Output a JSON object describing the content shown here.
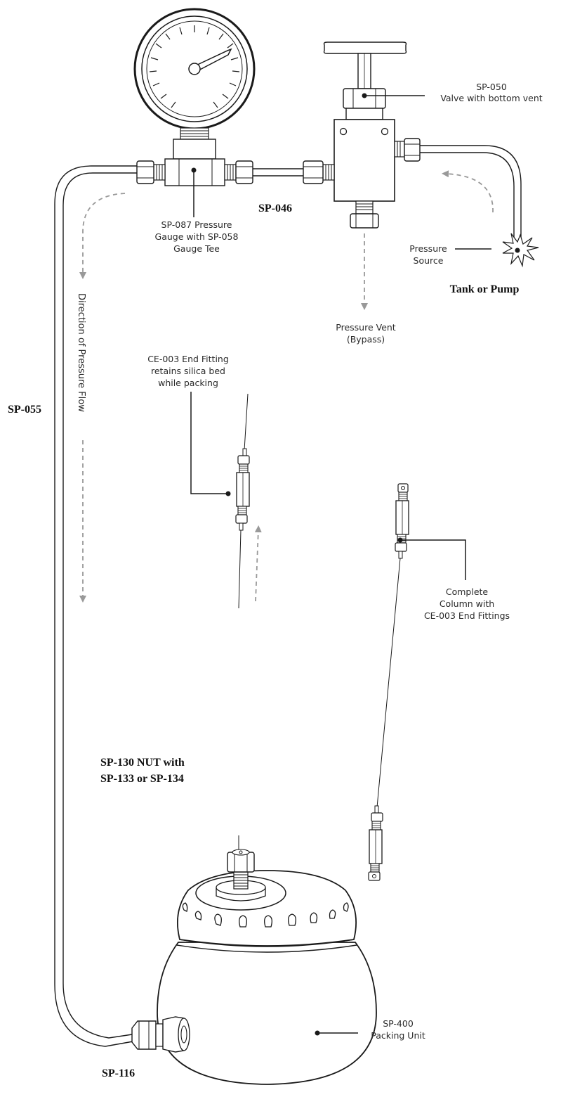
{
  "labels": {
    "valve": [
      "SP-050",
      "Valve with bottom vent"
    ],
    "gauge": [
      "SP-087 Pressure",
      "Gauge with SP-058",
      "Gauge Tee"
    ],
    "sp046": "SP-046",
    "pressure_source": [
      "Pressure",
      "Source"
    ],
    "tank_or_pump": "Tank or Pump",
    "pressure_vent": [
      "Pressure Vent",
      "(Bypass)"
    ],
    "end_fitting": [
      "CE-003 End Fitting",
      "retains silica bed",
      "while packing"
    ],
    "sp055": "SP-055",
    "direction": "Direction of Pressure Flow",
    "complete_column": [
      "Complete",
      "Column with",
      "CE-003 End Fittings"
    ],
    "nut": [
      "SP-130 NUT with",
      "SP-133 or SP-134"
    ],
    "packing_unit": [
      "SP-400",
      "Packing Unit"
    ],
    "sp116": "SP-116"
  },
  "colors": {
    "line": "#1a1a1a",
    "flow_arrow": "#999999",
    "fill": "#ffffff"
  }
}
